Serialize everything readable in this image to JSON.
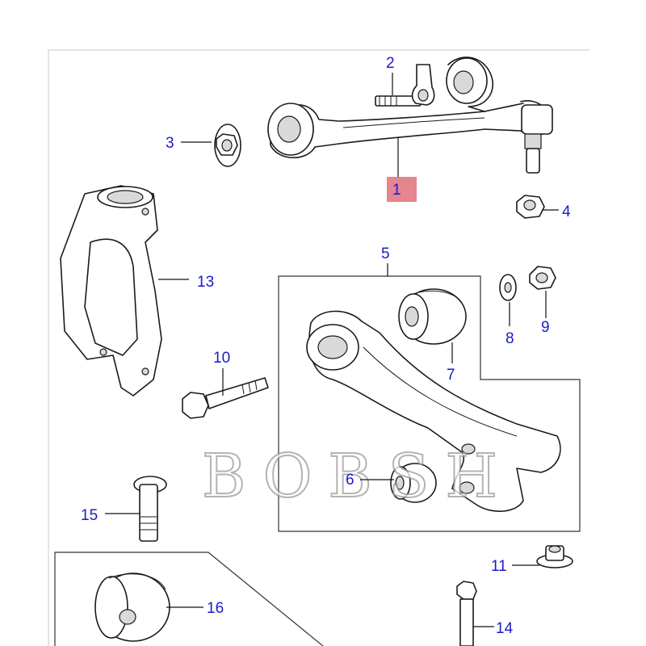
{
  "diagram": {
    "watermark": "BOBSH",
    "callouts": {
      "c1": "1",
      "c2": "2",
      "c3": "3",
      "c4": "4",
      "c5": "5",
      "c6": "6",
      "c7": "7",
      "c8": "8",
      "c9": "9",
      "c10": "10",
      "c11": "11",
      "c13": "13",
      "c14": "14",
      "c15": "15",
      "c16": "16"
    },
    "colors": {
      "callout_text": "#1a1acc",
      "highlight": "#e0707a",
      "line": "#1a1a1a"
    }
  }
}
